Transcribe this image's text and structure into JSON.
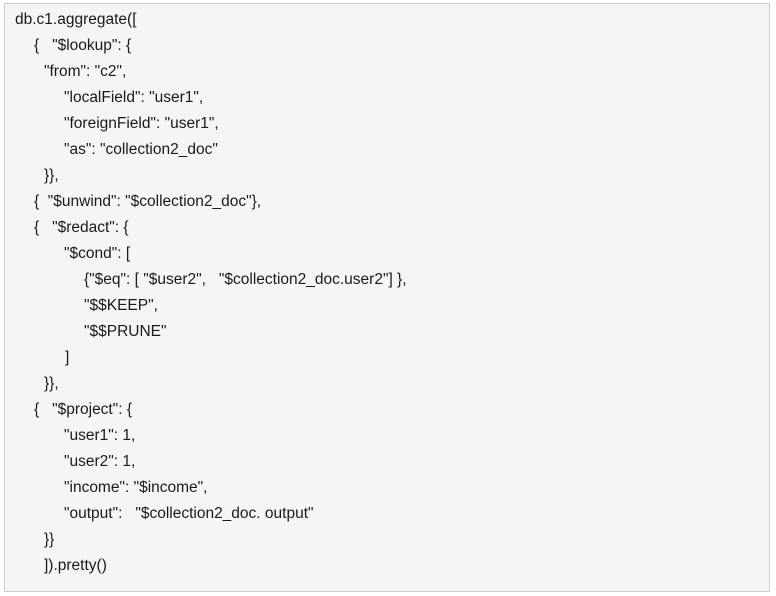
{
  "code": {
    "lines": [
      "db.c1.aggregate([",
      "{   \"$lookup\": {",
      "\"from\": \"c2\",",
      "\"localField\": \"user1\",",
      "\"foreignField\": \"user1\",",
      "\"as\": \"collection2_doc\"",
      "}},",
      "{  \"$unwind\": \"$collection2_doc\"},",
      "{   \"$redact\": {",
      "\"$cond\": [",
      "{\"$eq\": [ \"$user2\",   \"$collection2_doc.user2\"] },",
      "\"$$KEEP\",",
      "\"$$PRUNE\"",
      "]",
      "}},",
      "{   \"$project\": {",
      "\"user1\": 1,",
      "\"user2\": 1,",
      "\"income\": \"$income\",",
      "\"output\":   \"$collection2_doc. output\"",
      "}}",
      "]).pretty()"
    ]
  }
}
